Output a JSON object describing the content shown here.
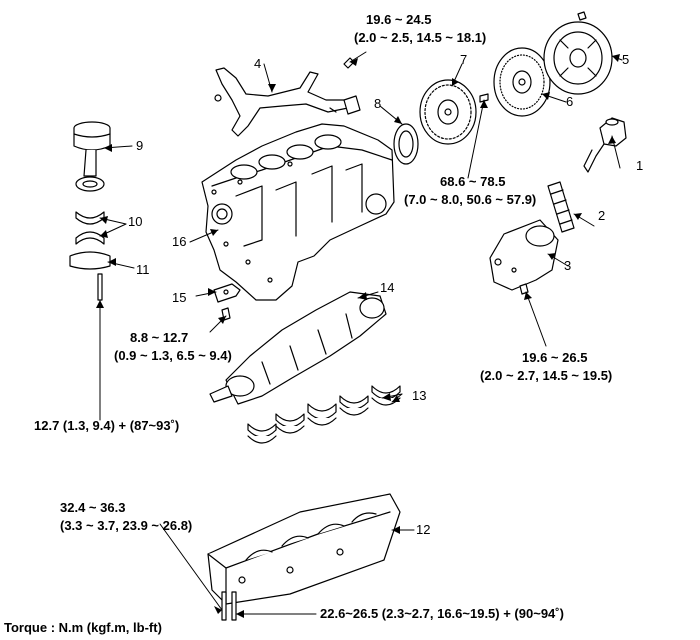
{
  "callouts": {
    "c1": "1",
    "c2": "2",
    "c3": "3",
    "c4": "4",
    "c5": "5",
    "c6": "6",
    "c7": "7",
    "c8": "8",
    "c9": "9",
    "c10": "10",
    "c11": "11",
    "c12": "12",
    "c13": "13",
    "c14": "14",
    "c15": "15",
    "c16": "16"
  },
  "torque_specs": {
    "water_pipe_line1": "19.6 ~ 24.5",
    "water_pipe_line2": "(2.0 ~ 2.5, 14.5 ~ 18.1)",
    "flywheel_line1": "68.6 ~ 78.5",
    "flywheel_line2": "(7.0 ~ 8.0, 50.6 ~ 57.9)",
    "oil_filter_line1": "19.6 ~ 26.5",
    "oil_filter_line2": "(2.0 ~ 2.7, 14.5 ~ 19.5)",
    "oil_jet_line1": "8.8 ~ 12.7",
    "oil_jet_line2": "(0.9 ~ 1.3, 6.5 ~ 9.4)",
    "conrod": "12.7 (1.3, 9.4) + (87~93˚)",
    "ladder_frame_line1": "32.4 ~ 36.3",
    "ladder_frame_line2": "(3.3 ~ 3.7, 23.9 ~ 26.8)",
    "main_bearing_cap": "22.6~26.5 (2.3~2.7, 16.6~19.5) + (90~94˚)"
  },
  "footer": {
    "torque_units": "Torque : N.m (kgf.m, lb-ft)"
  }
}
